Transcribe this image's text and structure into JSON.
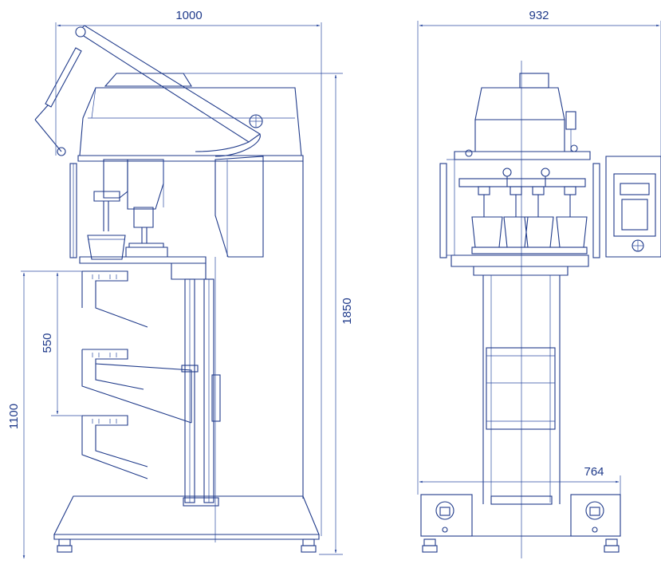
{
  "dimensions": {
    "side_width": "1000",
    "front_width": "932",
    "total_height": "1850",
    "shelf_spacing": "550",
    "base_height": "1100",
    "base_width": "764"
  },
  "colors": {
    "line": "#1f3a8a",
    "background": "#ffffff"
  }
}
